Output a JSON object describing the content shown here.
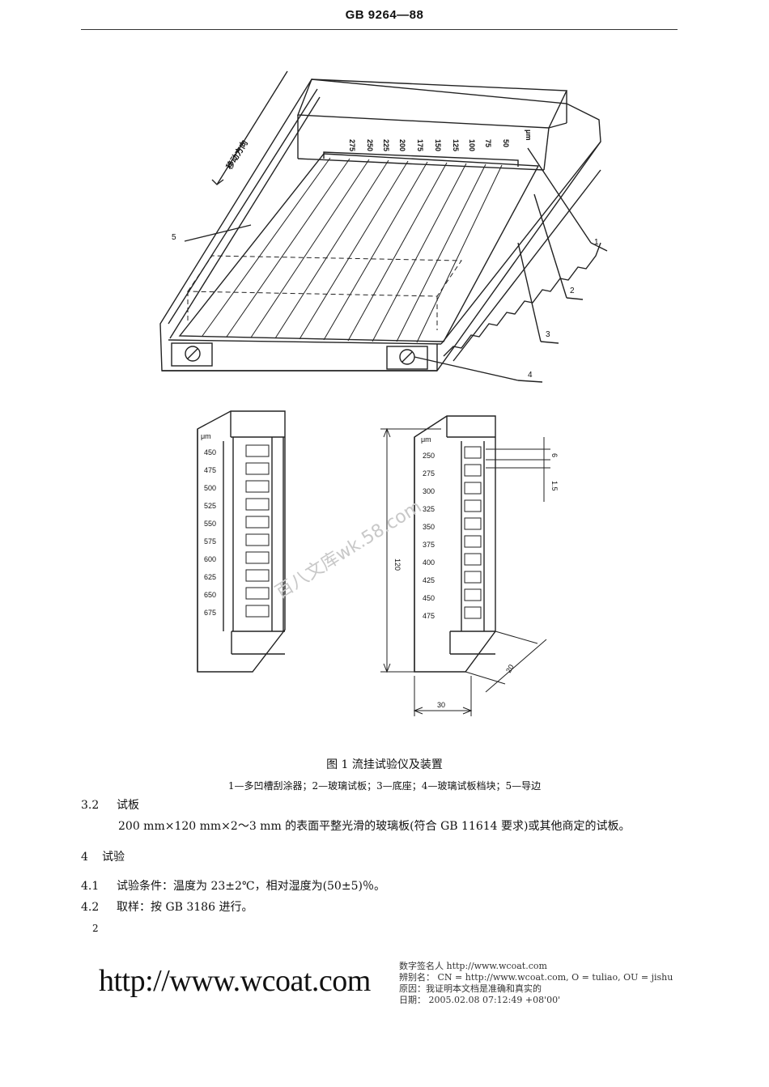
{
  "header": {
    "title": "GB 9264—88"
  },
  "figure": {
    "top_numbers": [
      "275",
      "250",
      "225",
      "200",
      "175",
      "150",
      "125",
      "100",
      "75",
      "50"
    ],
    "top_unit": "μm",
    "direction_label": "移动方向",
    "callouts": [
      "1",
      "2",
      "3",
      "4",
      "5"
    ],
    "left_unit": "μm",
    "left_numbers": [
      "450",
      "475",
      "500",
      "525",
      "550",
      "575",
      "600",
      "625",
      "650",
      "675"
    ],
    "right_unit": "μm",
    "right_numbers": [
      "250",
      "275",
      "300",
      "325",
      "350",
      "375",
      "400",
      "425",
      "450",
      "475"
    ],
    "dim_height": "120",
    "dim_width": "30",
    "dim_depth": "20",
    "dim_gap": "6",
    "dim_step": "1.5",
    "watermark": "百八文库wk.58.com"
  },
  "caption": "图 1   流挂试验仪及装置",
  "legend": "1—多凹槽刮涂器；2—玻璃试板；3—底座；4—玻璃试板档块；5—导边",
  "sections": [
    {
      "num": "3.2",
      "title": "试板",
      "text": "200 mm×120 mm×2～3 mm 的表面平整光滑的玻璃板(符合 GB 11614 要求)或其他商定的试板。"
    },
    {
      "num": "4",
      "title": "试验"
    },
    {
      "num": "4.1",
      "text": "试验条件：温度为 23±2℃，相对湿度为(50±5)％。"
    },
    {
      "num": "4.2",
      "text": "取样：按 GB 3186 进行。"
    }
  ],
  "page_number": "2",
  "footer": {
    "url": "http://www.wcoat.com",
    "sig_lines": [
      "数字签名人 http://www.wcoat.com",
      "辨别名：  CN = http://www.wcoat.com, O = tuliao, OU = jishu",
      "原因：我证明本文档是准确和真实的",
      "日期：  2005.02.08 07:12:49 +08'00'"
    ]
  }
}
